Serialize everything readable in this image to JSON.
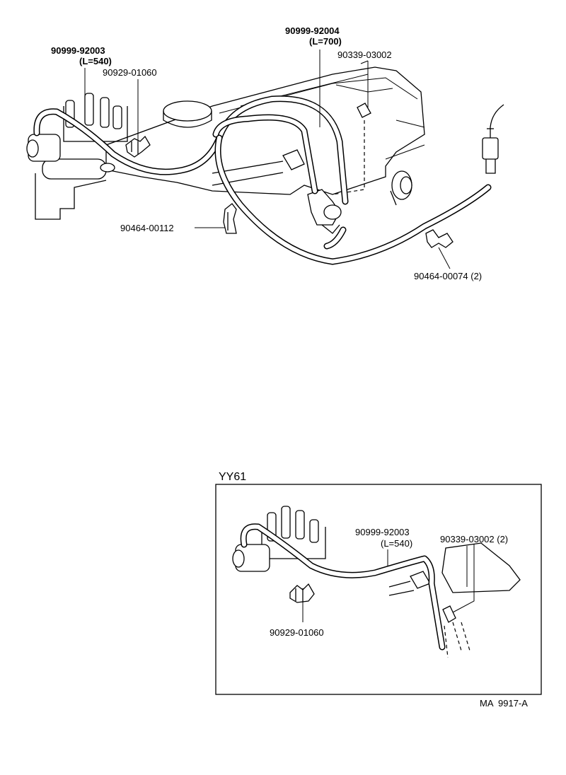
{
  "main": {
    "hose_left": {
      "part_no": "90999-92003",
      "length": "(L=540)"
    },
    "hose_center": {
      "part_no": "90999-92004",
      "length": "(L=700)"
    },
    "clip_top": {
      "part_no": "90929-01060"
    },
    "plug_top": {
      "part_no": "90339-03002"
    },
    "clamp_lower": {
      "part_no": "90464-00112"
    },
    "clamp_right": {
      "part_no": "90464-00074 (2)"
    }
  },
  "inset": {
    "title": "YY61",
    "hose": {
      "part_no": "90999-92003",
      "length": "(L=540)"
    },
    "plug": {
      "part_no": "90339-03002 (2)"
    },
    "clip": {
      "part_no": "90929-01060"
    }
  },
  "footer": {
    "code": "MA  9917-A"
  }
}
